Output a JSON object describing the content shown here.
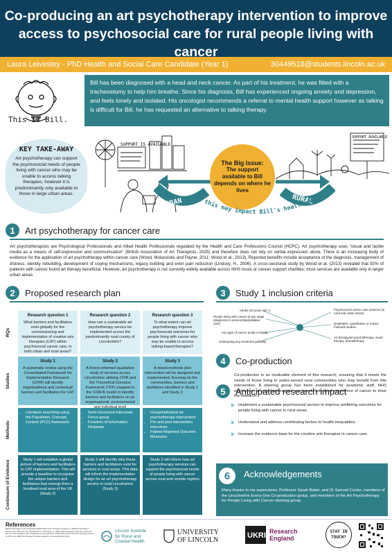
{
  "header": {
    "title_line1": "Co-producing an art psychotherapy intervention to improve",
    "title_line2": "access to psychosocial care for rural people living with cancer",
    "author": "Laura Leivesley - PhD Health and Social Care Candidate (Year 1)",
    "email": "30449518@students.lincoln.ac.uk"
  },
  "intro": {
    "caption": "This is Bill.",
    "story": "Bill has been diagnosed with a head and neck cancer. As part of his treatment, he was fitted with a tracheostomy to help him breathe. Since his diagnosis, Bill has experienced ongoing anxiety and depression, and feels lonely and isolated. His oncologist recommends a referral to mental health support however as talking is difficult for Bill, he has requested an alternative to talking therapy.",
    "takeaway_title": "KEY TAKE-AWAY",
    "takeaway_text": "Art psychotherapy can support the psychosocial needs of people living with cancer who may be unable to access talking therapies, however it is predominantly only available to those in large urban areas.",
    "issue_title": "The Big Issue:",
    "issue_text": "The support available to Bill depends on where he lives",
    "urban": "URBAN",
    "rural": "RURAL",
    "arc_text": "and this may impact Bill's health outcomes",
    "sign_left_title": "SUPPORT IS AVAILABLE",
    "sign_right_title": "SUPPORT AVAILABLE"
  },
  "section1": {
    "num": "1",
    "title": "Art psychotherapy for cancer care",
    "text": "Art psychotherapists are Psychological Professionals and Allied Health Professionals regulated by the Health and Care Professions Council (HCPC). Art psychotherapy uses \"visual and tactile media as a means of self-expression and communication\" (British Association of Art Therapists, 2025) and therefore does not rely on verbal expression alone. There is an increasing body of evidence for the application of art psychotherapy within cancer care (Wood, Molassiotis and Payne, 2011; Wood et al., 2013). Reported benefits include acceptance of the diagnosis, management of distress, identity rebuilding, development of coping mechanisms, legacy building and even pain reduction (Lindsey, H., 2006). A cross-sectional study by Wood et al. (2013) revealed that 92% of patients with cancer found art therapy beneficial. However, art psychotherapy is not currently widely available across NHS trusts or cancer support charities; most services are available only in larger urban areas."
  },
  "section2": {
    "num": "2",
    "title": "Proposed research plan",
    "row_labels": [
      "RQs",
      "Studies",
      "Methods",
      "Continuum of Evidence"
    ],
    "rq_heads": [
      "Research question 1",
      "Research question 2",
      "Research question 3"
    ],
    "rq_texts": [
      "What barriers and facilitators exist globally for the commissioning and implementation of creative arts therapies (CAT) within psychosocial cancer care, in both urban and rural areas?",
      "How can a sustainable art psychotherapy service be implemented across the predominantly rural county of Lincolnshire?",
      "To what extent can art psychotherapy improve psychosocial outcomes for people living with cancer who may be unable to access talking-based therapies?"
    ],
    "study_heads": [
      "Study 1",
      "Study 2",
      "Study 3"
    ],
    "study_texts": [
      "A systematic review using the Consolidated Framework for Implementation Research (CFIR) will identify organisational and contextual barriers and facilitators for CAT",
      "A theory-informed qualitative study of services across Lincolnshire utilising CFIR and the Theoretical Domains Framework (TDF) mapped to the COM-B model to identify barriers and facilitators on an organisational, environmental and individual level",
      "A mixed-methods pilot intervention will be designed and implemented, focusing on the communities, barriers and facilitators identified in Study 1 and Study 2"
    ],
    "methods": [
      [
        "Literature searching using the Population, Concept, Context (PCC) framework"
      ],
      [
        "Semi-structured interviews",
        "Focus group",
        "Freedom of Information Requests"
      ],
      [
        "Group/individual art psychotherapy intervention",
        "Pre and post intervention interviews",
        "Patient-Reported Outcome Measures"
      ]
    ],
    "evidence": [
      "Study 1 will establish a global picture of barriers and facilitators to CAT implementation. This will provide a baseline to recognise the unique barriers and facilitators that emerge from a localised rural area of the UK (Study 2)",
      "Study 2 will identify why these barriers and facilitators exist for services in rural areas. This data will inform the implementation design for an art psychotherapy service in rural Lincolnshire (Study 3)",
      "Study 3 will inform how art psychotherapy services can support the psychosocial needs of people living with cancer across rural and remote regions"
    ]
  },
  "section3": {
    "num": "3",
    "title": "Study 1 inclusion criteria",
    "left_items": [
      "Adults (18 years old +)",
      "People living with cancer at any stage (diagnosis to survivorship/palliative care)",
      "Any type of cancer (solid or blood)",
      "Undergoing any treatment pathway"
    ],
    "right_items": [
      "Psychosocial cancer care services (in rural and urban areas)",
      "Qualitative, quantitative or mixed-methods studies",
      "Art therapy/art psychotherapy, music therapy, dramatherapy"
    ]
  },
  "section4": {
    "num": "4",
    "title": "Co-production",
    "text": "Co-production is an invaluable element of this research, ensuring that it meets the needs of those living in under-served rural communities who may benefit from this intervention. A steering group has been established for academic staff, NHS employees, art psychotherapists and people with lived experience of cancer to drive the research."
  },
  "section5": {
    "num": "5",
    "title": "Anticipated research impact",
    "items": [
      "Implement a sustainable psychosocial service to improve wellbeing outcomes for people living with cancer in rural areas.",
      "Understand and address contributing factors to health inequalities.",
      "Increase the evidence base for the creative arts therapies in cancer care."
    ]
  },
  "section6": {
    "num": "6",
    "title": "Acknowledgements",
    "text": "Many thanks to my supervisors, Professor Sarah Baker, and Dr Samuel Cooke, members of the Lincolnshire Every-One Co-production group, and members of the Art Psychotherapy for People Living with Cancer steering group."
  },
  "footer": {
    "refs_title": "References",
    "refs_text": "British Association of Art Therapists (2025) What is Art Therapy? Lindsey, H. (2006) Art therapy in cancer care. Wood, M.J.M., Molassiotis, A. and Payne, S. (2011) What research evidence is there for the use of art therapy in the management of symptoms in adults with cancer? Psycho-Oncology. Wood, M.J.M. et al. (2013) Art therapy for cancer patients: a cross-sectional study.",
    "logo1_line1": "Lincoln Institute",
    "logo1_line2": "for Rural and",
    "logo1_line3": "Coastal Health",
    "logo2": "UNIVERSITY OF LINCOLN",
    "logo3_line1": "Research",
    "logo3_line2": "England",
    "logo4_line1": "STAY IN",
    "logo4_line2": "TOUCH?"
  },
  "colors": {
    "navy": "#0e3f5c",
    "gold": "#f0b132",
    "teal": "#2f7f88",
    "light_blue": "#dbeff5"
  }
}
